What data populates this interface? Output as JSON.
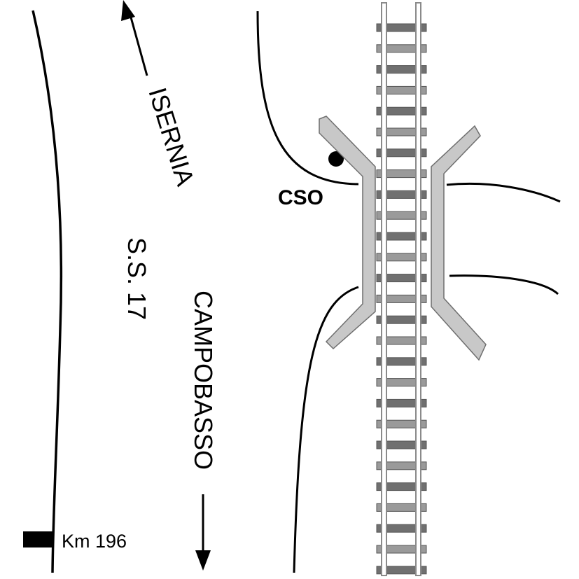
{
  "diagram": {
    "labels": {
      "iserne": "ISERNIA",
      "road": "S.S. 17",
      "campobasso": "CAMPOBASSO",
      "cso": "CSO",
      "km": "Km 196"
    },
    "colors": {
      "line": "#000000",
      "background": "#ffffff",
      "bridge_fill": "#c8c8c8",
      "bridge_stroke": "#6e6e6e",
      "rail": "#9a9a9a",
      "sleeper_dark": "#707070",
      "sleeper_light": "#9a9a9a"
    },
    "track": {
      "sleeper_count": 27
    }
  }
}
